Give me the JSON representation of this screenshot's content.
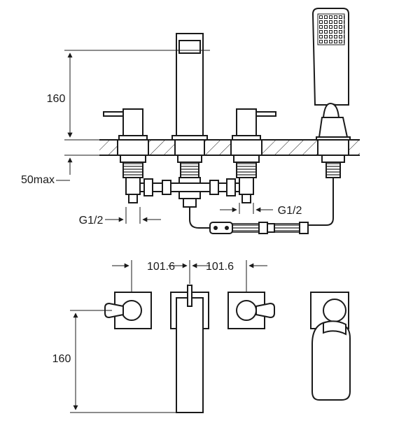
{
  "dimensions": {
    "spout_height": "160",
    "max_deck_thickness": "50max",
    "inlet_left": "G1/2",
    "inlet_right": "G1/2",
    "spacing_left": "101.6",
    "spacing_right": "101.6",
    "plan_depth": "160"
  },
  "colors": {
    "line": "#1a1a1a",
    "background": "#ffffff"
  }
}
